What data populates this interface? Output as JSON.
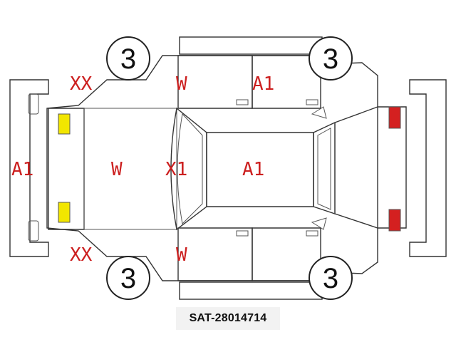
{
  "diagram": {
    "wheel_numbers": [
      "3",
      "3",
      "3",
      "3"
    ],
    "marks": {
      "left_bumper": "A1",
      "rear_left_corner_top": "XX",
      "rear_left_corner_bottom": "XX",
      "trunk": "W",
      "rear_roof_pillar": "X1",
      "roof": "A1",
      "rear_door_top": "W",
      "front_door_top": "A1",
      "rear_door_bottom": "W"
    },
    "colors": {
      "mark_red": "#cc1f1f",
      "light_yellow": "#f2e600",
      "light_red": "#d42020"
    }
  },
  "serial": "SAT-28014714"
}
